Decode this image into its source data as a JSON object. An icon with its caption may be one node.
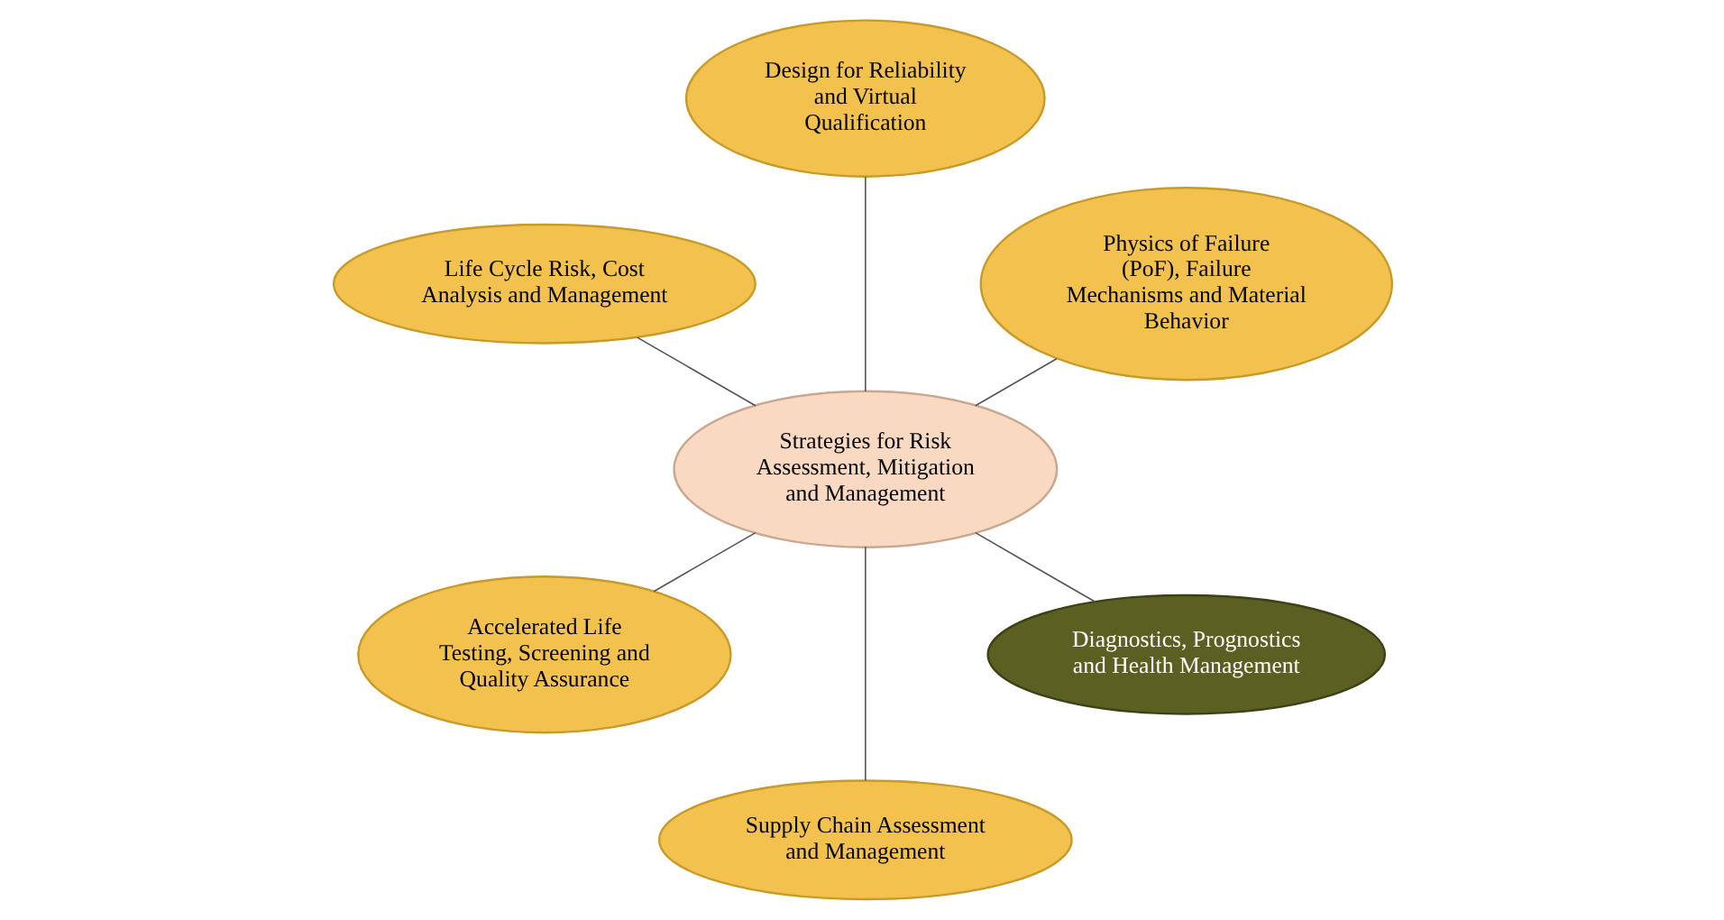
{
  "diagram": {
    "nodes": [
      {
        "text": [
          "Strategies for Risk Assessment, Mitigation and Management"
        ]
      },
      {
        "text": [
          "Physics of Failure (PoF), Failure Mechanisms and Material Behavior"
        ]
      },
      {
        "text": [
          "Design for Reliability and Virtual Qualification"
        ]
      },
      {
        "text": [
          "Life Cycle Risk, Cost Analysis and Management"
        ]
      },
      {
        "text": [
          "Accelerated Life Testing, Screening and Quality Assurance"
        ]
      },
      {
        "text": [
          "Supply Chain Assessment and Management"
        ]
      },
      {
        "text": [
          "Diagnostics, Prognostics and Health Management"
        ]
      }
    ],
    "edges": [
      {
        "from": 0,
        "to": 1,
        "arrow": "none"
      },
      {
        "from": 0,
        "to": 2,
        "arrow": "none"
      },
      {
        "from": 0,
        "to": 3,
        "arrow": "none"
      },
      {
        "from": 0,
        "to": 4,
        "arrow": "none"
      },
      {
        "from": 0,
        "to": 5,
        "arrow": "none"
      },
      {
        "from": 0,
        "to": 6,
        "arrow": "none"
      }
    ]
  }
}
